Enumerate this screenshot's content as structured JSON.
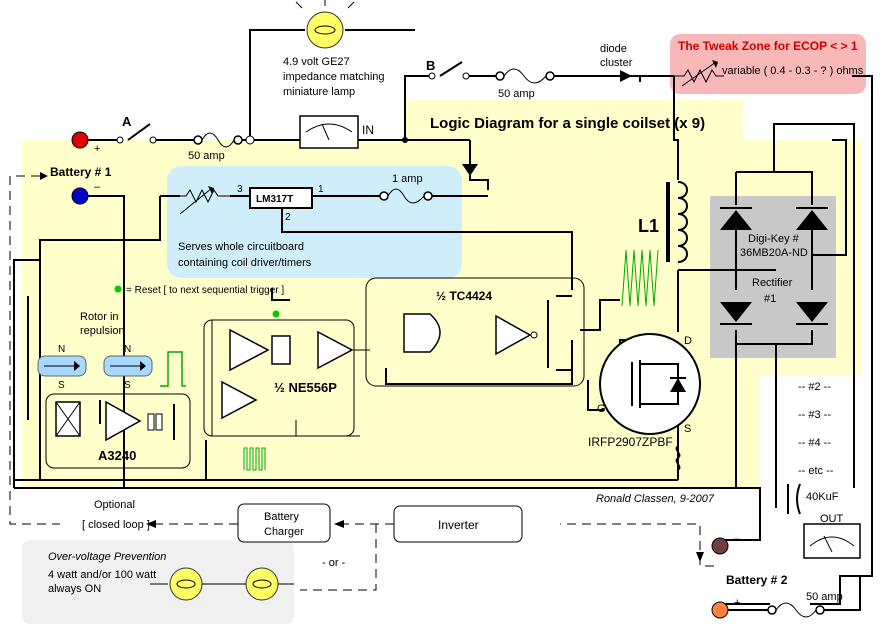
{
  "title": "Logic Diagram for a single coilset  (x 9)",
  "tweak_zone": {
    "title": "The Tweak Zone for ECOP < > 1",
    "variable": "variable ( 0.4 - 0.3 - ? ) ohms"
  },
  "lamp": {
    "lines": [
      "4.9 volt GE27",
      "impedance matching",
      "miniature lamp"
    ]
  },
  "switch_a": "A",
  "switch_b": "B",
  "fuse_a": "50 amp",
  "fuse_b": "50 amp",
  "fuse_c": "1 amp",
  "fuse_out": "50 amp",
  "meter_in": "IN",
  "meter_out": "OUT",
  "diode_cluster": [
    "diode",
    "cluster"
  ],
  "battery1": "Battery # 1",
  "battery2": "Battery # 2",
  "plus": "+",
  "minus": "–",
  "regulator": {
    "label": "LM317T",
    "pin3": "3",
    "pin1": "1",
    "pin2": "2",
    "note": [
      "Serves whole circuitboard",
      "containing coil driver/timers"
    ]
  },
  "reset_note": "= Reset  [ to next sequential trigger ]",
  "rotor": [
    "Rotor in",
    "repulsion"
  ],
  "magnet": {
    "n": "N",
    "s": "S"
  },
  "tc4424": "½  TC4424",
  "ne556": "½ NE556P",
  "a3240": "A3240",
  "l1": "L1",
  "mosfet": {
    "label": "IRFP2907ZPBF",
    "d": "D",
    "g": "G",
    "s": "S"
  },
  "rectifier": {
    "part": [
      "Digi-Key #",
      "36MB20A-ND"
    ],
    "name": [
      "Rectifier",
      "#1"
    ]
  },
  "coilsets": [
    "-- #2 --",
    "-- #3 --",
    "-- #4 --",
    "-- etc --"
  ],
  "capacitor": "40KuF",
  "signature": "Ronald Classen, 9-2007",
  "optional": [
    "Optional",
    "[ closed loop ]"
  ],
  "charger": [
    "Battery",
    "Charger"
  ],
  "inverter": "Inverter",
  "or_text": "- or -",
  "overvoltage": {
    "title": "Over-voltage Prevention",
    "lines": [
      "4 watt and/or 100 watt",
      "always ON"
    ]
  }
}
